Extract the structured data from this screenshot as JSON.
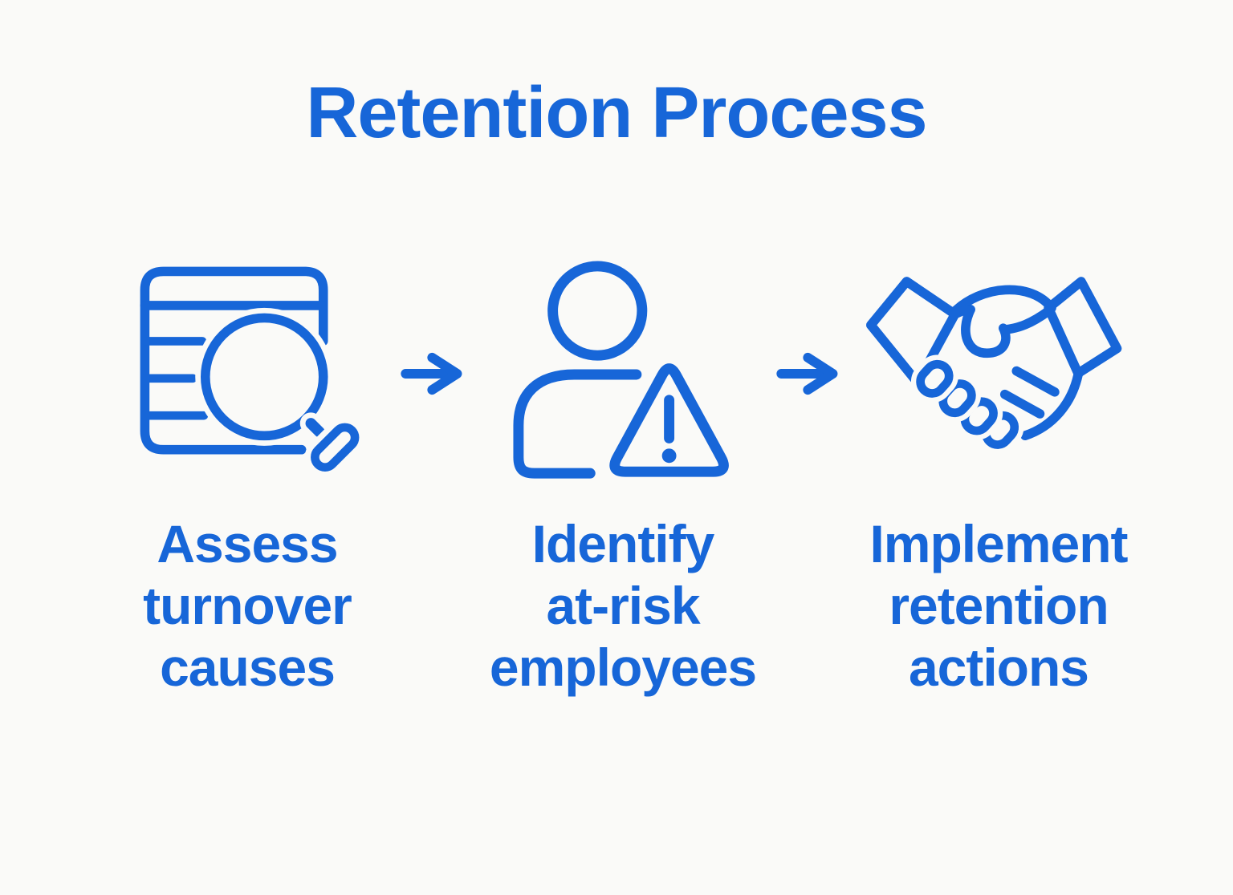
{
  "title": "Retention Process",
  "colors": {
    "accent": "#1766d8",
    "background": "#fafaf8"
  },
  "steps": [
    {
      "icon": "audit-search",
      "label": "Assess turnover causes",
      "lines": [
        "Assess",
        "turnover",
        "causes"
      ]
    },
    {
      "icon": "person-warning",
      "label": "Identify at-risk employees",
      "lines": [
        "Identify",
        "at-risk",
        "employees"
      ]
    },
    {
      "icon": "handshake",
      "label": "Implement retention actions",
      "lines": [
        "Implement",
        "retention",
        "actions"
      ]
    }
  ],
  "arrows": [
    {
      "icon": "right-arrow"
    },
    {
      "icon": "right-arrow"
    }
  ]
}
